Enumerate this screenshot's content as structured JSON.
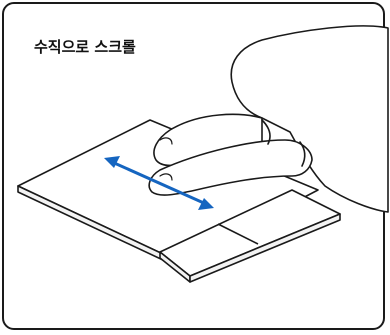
{
  "caption": "수직으로 스크롤",
  "colors": {
    "outline": "#1a1a1a",
    "pad_fill": "#ffffff",
    "arrow": "#1565c0"
  },
  "gesture": {
    "icon": "two-finger-scroll",
    "arrow_direction": "bidirectional"
  }
}
